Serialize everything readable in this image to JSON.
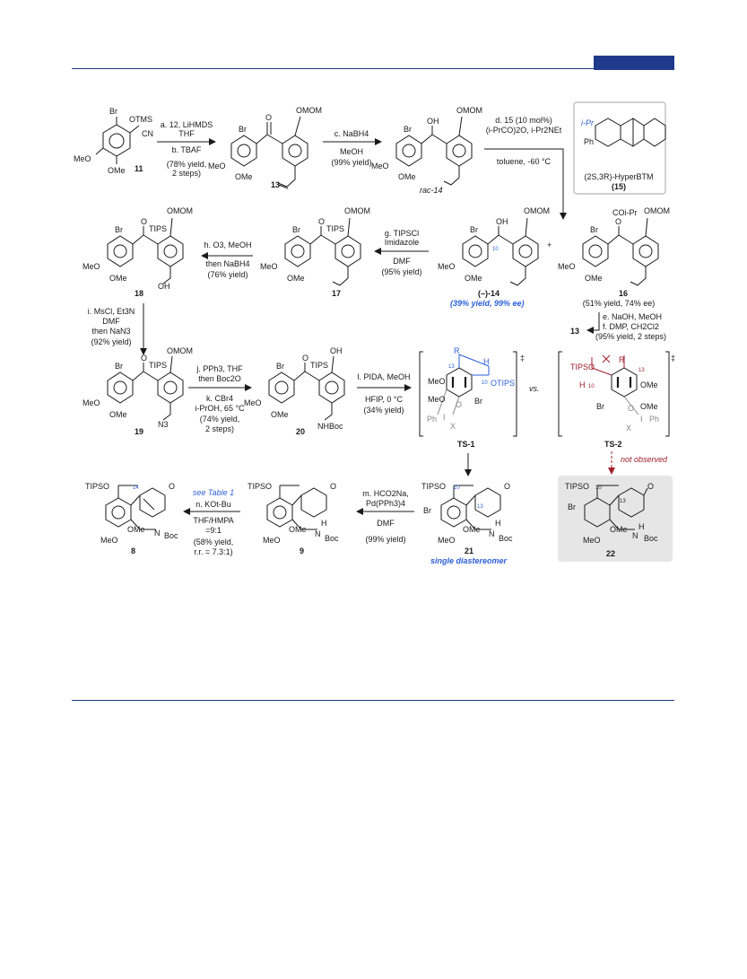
{
  "compounds": {
    "c11": "11",
    "c13a": "13",
    "c14rac": "rac-14",
    "c15": "(15)",
    "c14": "(–)-14",
    "c16": "16",
    "c13b": "13",
    "c17": "17",
    "c18": "18",
    "c19": "19",
    "c20": "20",
    "ts1": "TS-1",
    "ts2": "TS-2",
    "c21": "21",
    "c22": "22",
    "c9": "9",
    "c8": "8"
  },
  "catalyst": {
    "name": "(2S,3R)-HyperBTM",
    "iPr": "i-Pr",
    "Ph": "Ph"
  },
  "steps": {
    "a_b": [
      "a. 12, LiHMDS",
      "THF",
      "b. TBAF",
      "(78% yield,",
      "2 steps)"
    ],
    "c": [
      "c. NaBH4",
      "MeOH",
      "(99% yield)"
    ],
    "d": [
      "d. 15 (10 mol%)",
      "(i-PrCO)2O, i-Pr2NEt",
      "toluene, -60 °C"
    ],
    "e_f": [
      "e. NaOH, MeOH",
      "f. DMP, CH2Cl2",
      "(95% yield, 2 steps)"
    ],
    "g": [
      "g. TIPSCl",
      "Imidazole",
      "DMF",
      "(95% yield)"
    ],
    "h": [
      "h. O3, MeOH",
      "then NaBH4",
      "(76% yield)"
    ],
    "i": [
      "i. MsCl, Et3N",
      "DMF",
      "then NaN3",
      "(92% yield)"
    ],
    "j_k": [
      "j. PPh3, THF",
      "then Boc2O",
      "k. CBr4",
      "i-PrOH, 65 °C",
      "(74% yield,",
      "2 steps)"
    ],
    "l": [
      "l. PIDA, MeOH",
      "HFIP, 0 °C",
      "(34% yield)"
    ],
    "m": [
      "m. HCO2Na,",
      "Pd(PPh3)4",
      "DMF",
      "(99% yield)"
    ],
    "n": [
      "see Table 1",
      "n. KOt-Bu",
      "THF/HMPA",
      "=9:1",
      "(58% yield,",
      "r.r. = 7.3:1)"
    ]
  },
  "yields": {
    "y14": "(39% yield, 99% ee)",
    "y16": "(51% yield, 74% ee)",
    "single": "single diastereomer",
    "notobs": "not observed",
    "vs": "vs."
  },
  "labels": {
    "OTMS": "OTMS",
    "CN": "CN",
    "Br": "Br",
    "MeO": "MeO",
    "OMe": "OMe",
    "OMOM": "OMOM",
    "O": "O",
    "OH": "OH",
    "OTIPS": "OTIPS",
    "TIPS": "TIPS",
    "TIPSO": "TIPSO",
    "COiPr": "COi-Pr",
    "N3": "N3",
    "NHBoc": "NHBoc",
    "Boc": "Boc",
    "H": "H",
    "N": "N",
    "R": "R",
    "X": "X",
    "Ph": "Ph",
    "I": "I",
    "n10": "10",
    "n13": "13",
    "n14": "14",
    "plus": "+",
    "dagger": "‡"
  }
}
